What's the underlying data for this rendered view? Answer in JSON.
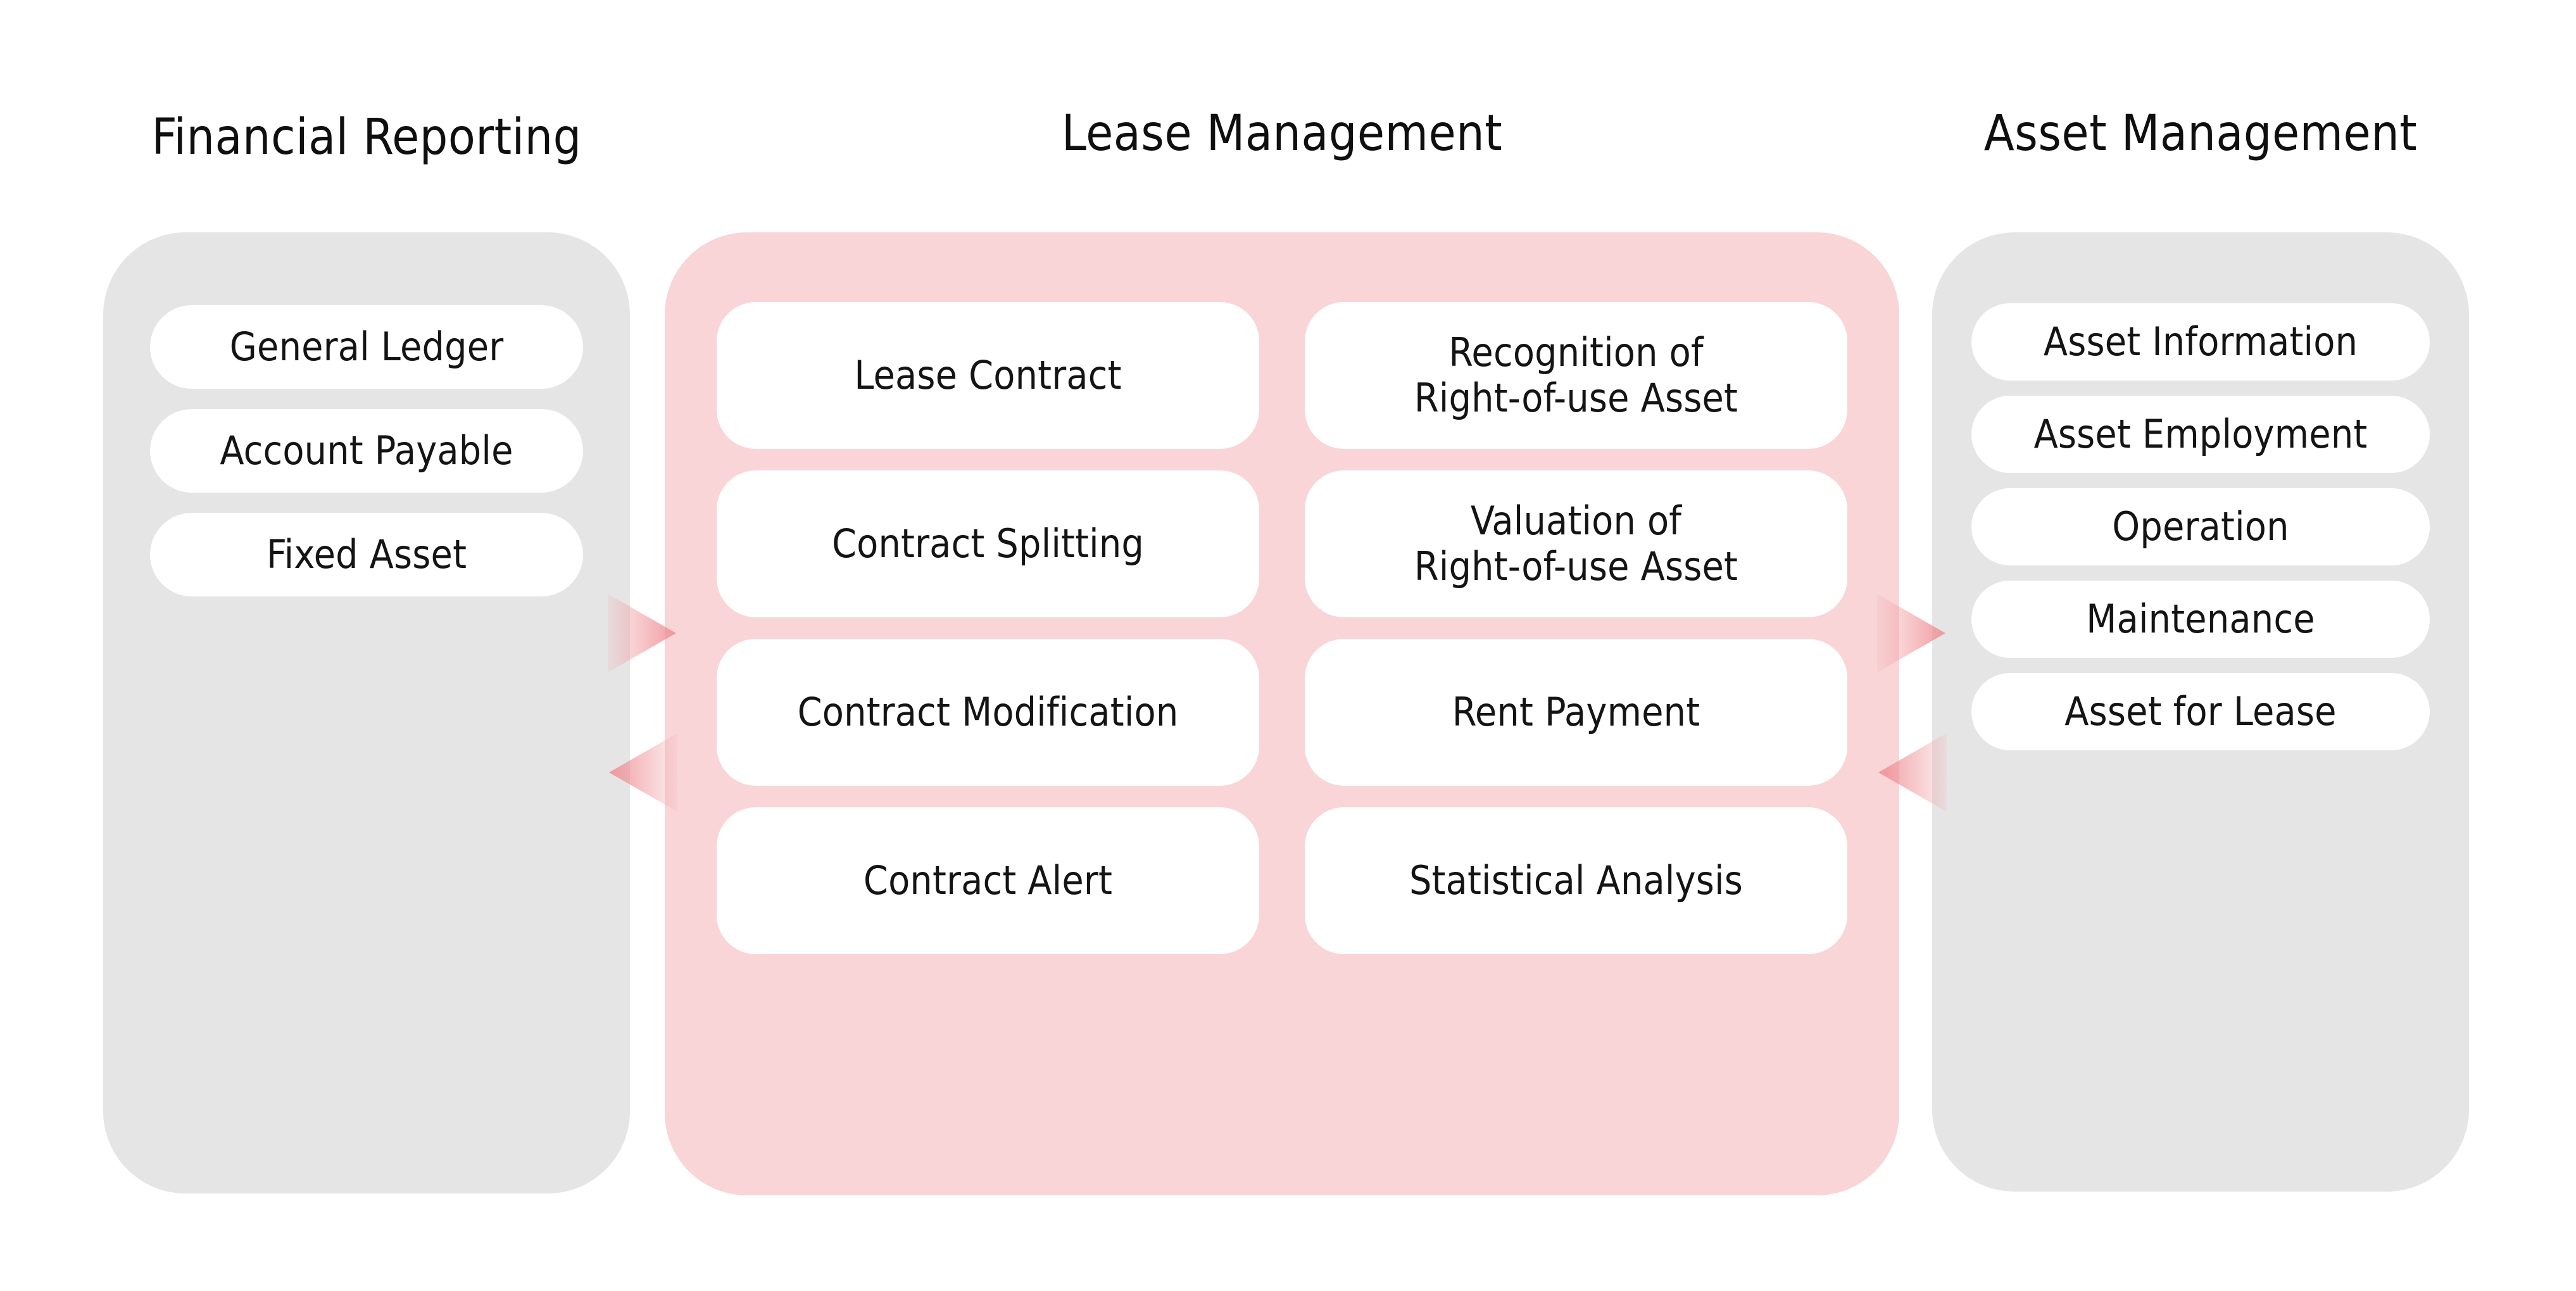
{
  "columns": {
    "financial": {
      "title": "Financial Reporting",
      "panel_color": "#e5e5e5",
      "items": [
        {
          "label": "General Ledger"
        },
        {
          "label": "Account Payable"
        },
        {
          "label": "Fixed Asset"
        }
      ]
    },
    "lease": {
      "title": "Lease Management",
      "panel_color": "#f9d5d7",
      "items": [
        {
          "label": "Lease Contract"
        },
        {
          "label": "Recognition of\nRight-of-use Asset"
        },
        {
          "label": "Contract Splitting"
        },
        {
          "label": "Valuation of\nRight-of-use Asset"
        },
        {
          "label": "Contract Modification"
        },
        {
          "label": "Rent Payment"
        },
        {
          "label": "Contract Alert"
        },
        {
          "label": "Statistical Analysis"
        }
      ]
    },
    "asset": {
      "title": "Asset Management",
      "panel_color": "#e5e5e5",
      "items": [
        {
          "label": "Asset Information"
        },
        {
          "label": "Asset Employment"
        },
        {
          "label": "Operation"
        },
        {
          "label": "Maintenance"
        },
        {
          "label": "Asset for Lease"
        }
      ]
    }
  },
  "connectors": {
    "accent_color": "#e8787e",
    "arrows": [
      {
        "name": "financial-to-lease",
        "direction": "right"
      },
      {
        "name": "lease-to-financial",
        "direction": "left"
      },
      {
        "name": "lease-to-asset",
        "direction": "right"
      },
      {
        "name": "asset-to-lease",
        "direction": "left"
      }
    ]
  }
}
